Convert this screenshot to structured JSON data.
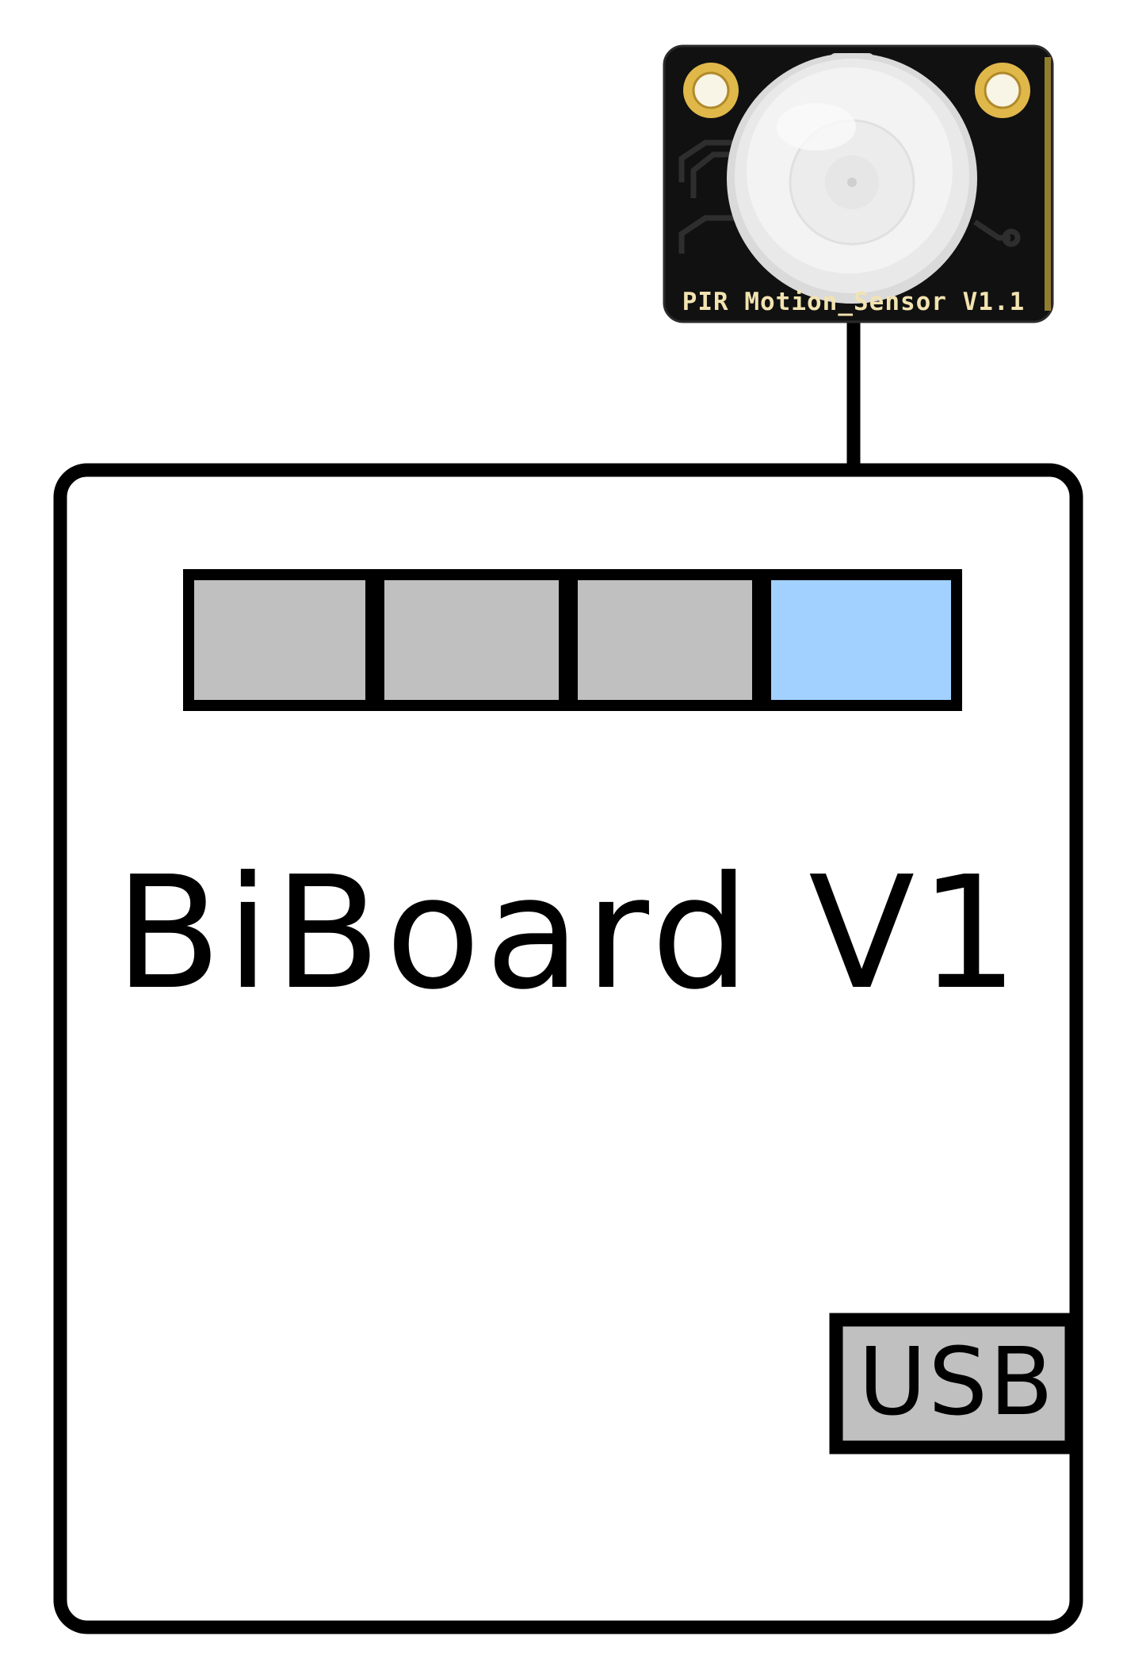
{
  "board": {
    "title": "BiBoard V1",
    "usb_label": "USB",
    "ports": [
      {
        "state": "empty",
        "color": "#c0c0c0"
      },
      {
        "state": "empty",
        "color": "#c0c0c0"
      },
      {
        "state": "empty",
        "color": "#c0c0c0"
      },
      {
        "state": "connected",
        "color": "#a3d1ff"
      }
    ]
  },
  "sensor": {
    "label": "PIR Motion_Sensor V1.1",
    "pcb_color": "#111111",
    "silkscreen_color": "#f2e3b0",
    "pad_color": "#e0b84a"
  },
  "colors": {
    "outline": "#000000",
    "port_empty": "#c0c0c0",
    "port_active": "#a3d1ff",
    "usb_fill": "#c0c0c0",
    "background": "#ffffff"
  }
}
